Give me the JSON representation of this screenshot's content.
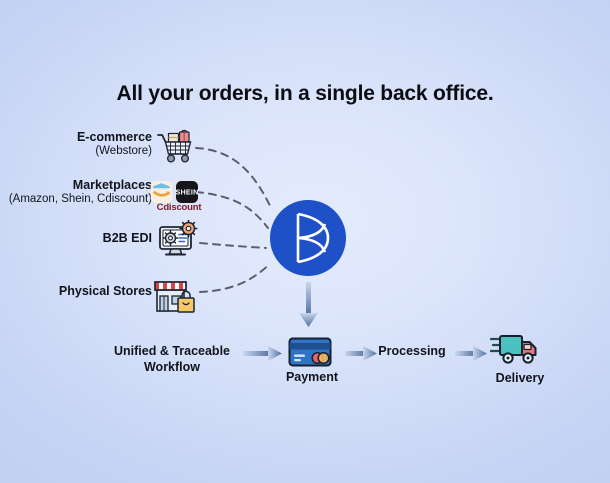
{
  "page": {
    "title": "All your orders, in a single back office.",
    "background_edge_color": "#c1d1f2",
    "background_center_color": "#e3ebfd"
  },
  "brand": {
    "logo_name": "company-logo-mark",
    "circle_color": "#1e50c8",
    "mark_color": "#ffffff"
  },
  "sources": [
    {
      "id": "ecommerce",
      "label": "E-commerce",
      "sublabel": "(Webstore)",
      "icon": "shopping-cart-icon"
    },
    {
      "id": "marketplaces",
      "label": "Marketplaces",
      "sublabel": "(Amazon, Shein, Cdiscount)",
      "icon": "marketplace-logos-icon",
      "logos": [
        "amazon-logo-icon",
        "shein-logo-icon"
      ],
      "caption": "Cdiscount",
      "caption_color": "#7a1f26"
    },
    {
      "id": "b2b-edi",
      "label": "B2B EDI",
      "sublabel": "",
      "icon": "monitor-gears-icon"
    },
    {
      "id": "physical-stores",
      "label": "Physical Stores",
      "sublabel": "",
      "icon": "storefront-icon"
    }
  ],
  "flow": {
    "workflow_label": "Unified & Traceable\nWorkflow",
    "workflow_label_line1": "Unified & Traceable",
    "workflow_label_line2": "Workflow",
    "steps": [
      {
        "id": "payment",
        "label": "Payment",
        "icon": "credit-card-icon"
      },
      {
        "id": "processing",
        "label": "Processing",
        "icon": "none"
      },
      {
        "id": "delivery",
        "label": "Delivery",
        "icon": "delivery-truck-icon"
      }
    ],
    "arrow_color": "#5a7aa8",
    "connector_style": "dashed",
    "connector_color": "#5a5f6b"
  }
}
